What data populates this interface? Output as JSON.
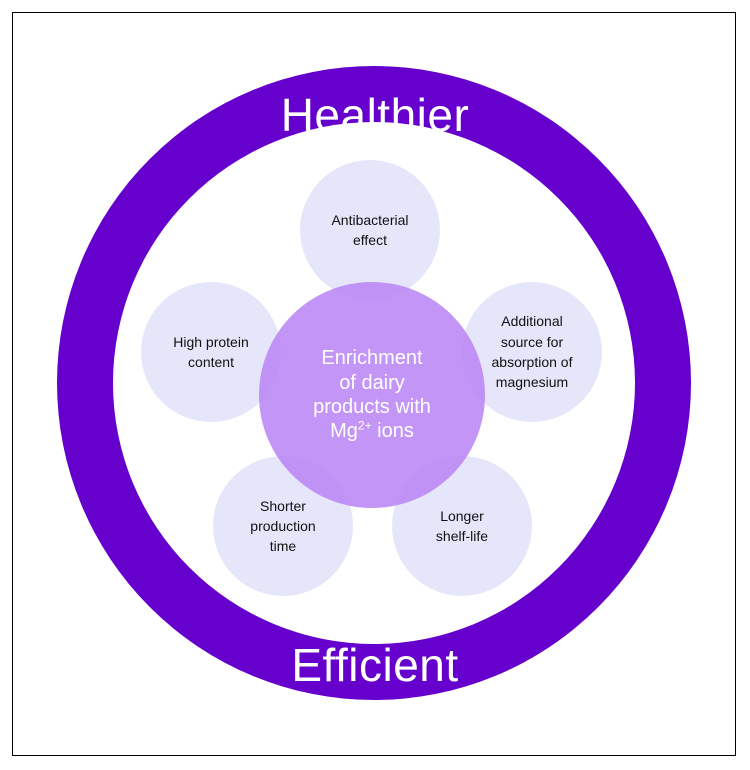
{
  "outer_ring": {
    "top_label": "Healthier",
    "bottom_label": "Efficient",
    "color": "#6600cc"
  },
  "center": {
    "line1": "Enrichment",
    "line2": "of dairy",
    "line3": "products with",
    "ion_base": "Mg",
    "ion_charge": "2+",
    "ion_suffix": " ions",
    "color": "#b982f5"
  },
  "benefits": {
    "antibacterial": {
      "line1": "Antibacterial",
      "line2": "effect"
    },
    "protein": {
      "line1": "High protein",
      "line2": "content"
    },
    "magnesium": {
      "line1": "Additional",
      "line2": "source for",
      "line3": "absorption of",
      "line4": "magnesium"
    },
    "production": {
      "line1": "Shorter",
      "line2": "production",
      "line3": "time"
    },
    "shelf_life": {
      "line1": "Longer",
      "line2": "shelf-life"
    }
  }
}
